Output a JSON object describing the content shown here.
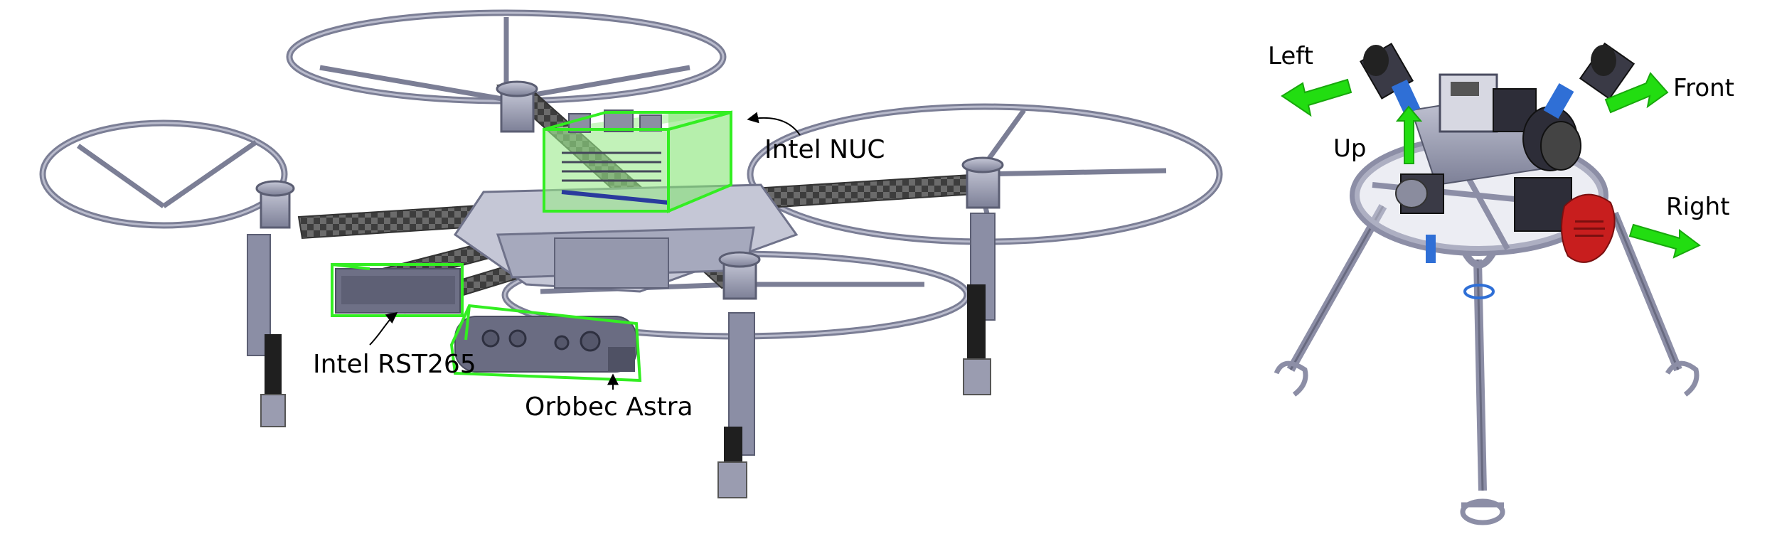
{
  "left_panel": {
    "labels": {
      "nuc": "Intel NUC",
      "rst265": "Intel RST265",
      "astra": "Orbbec Astra"
    }
  },
  "right_panel": {
    "labels": {
      "left": "Left",
      "front": "Front",
      "up": "Up",
      "right": "Right"
    }
  },
  "colors": {
    "highlight_green": "#33ee22",
    "arrow_green": "#22dd11",
    "frame_gray": "#8c8ea6",
    "carbon_dark": "#3a3a3a",
    "camera_blue": "#2f6fd6",
    "thermal_red": "#c81e1e"
  }
}
